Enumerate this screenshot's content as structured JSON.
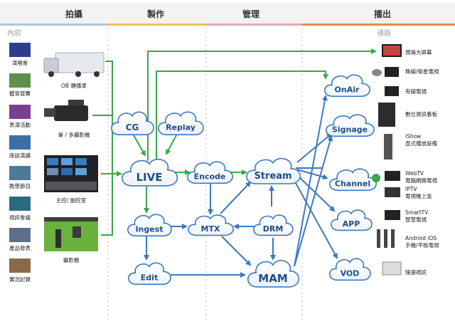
{
  "header": {
    "phases": [
      "拍攝",
      "製作",
      "管理",
      "播出"
    ],
    "colors": [
      "#a9c6e8",
      "#f5c15a",
      "#e4aab3",
      "#e8884a"
    ]
  },
  "left": {
    "title": "內容",
    "items": [
      "演唱會",
      "體育競賽",
      "表演活動",
      "座談演講",
      "教學節目",
      "視訊會議",
      "產品發表",
      "實況記錄"
    ]
  },
  "right": {
    "title": "通路",
    "items": [
      "現場大屏幕",
      "無線/衛星電視",
      "有線電視",
      "數位資訊看板",
      "iShow",
      "直式播放設備",
      "WebTV",
      "電腦網路電視",
      "IPTV",
      "電視機上盒",
      "SmartTV",
      "智慧電視",
      "Android iOS",
      "手機/平板電視",
      "隨選視訊"
    ]
  },
  "sources": [
    "OB 轉播車",
    "單 / 多攝影機",
    "主控/ 副控室",
    "攝影棚"
  ],
  "nodes": {
    "cg": "CG",
    "replay": "Replay",
    "live": "LIVE",
    "encode": "Encode",
    "stream": "Stream",
    "ingest": "Ingest",
    "mtx": "MTX",
    "drm": "DRM",
    "edit": "Edit",
    "mam": "MAM",
    "onair": "OnAir",
    "signage": "Signage",
    "channel": "Channel",
    "app": "APP",
    "vod": "VOD"
  },
  "colors": {
    "green": "#3aa64a",
    "blue": "#3b78c2",
    "cloud_text": "#1a4f86"
  }
}
